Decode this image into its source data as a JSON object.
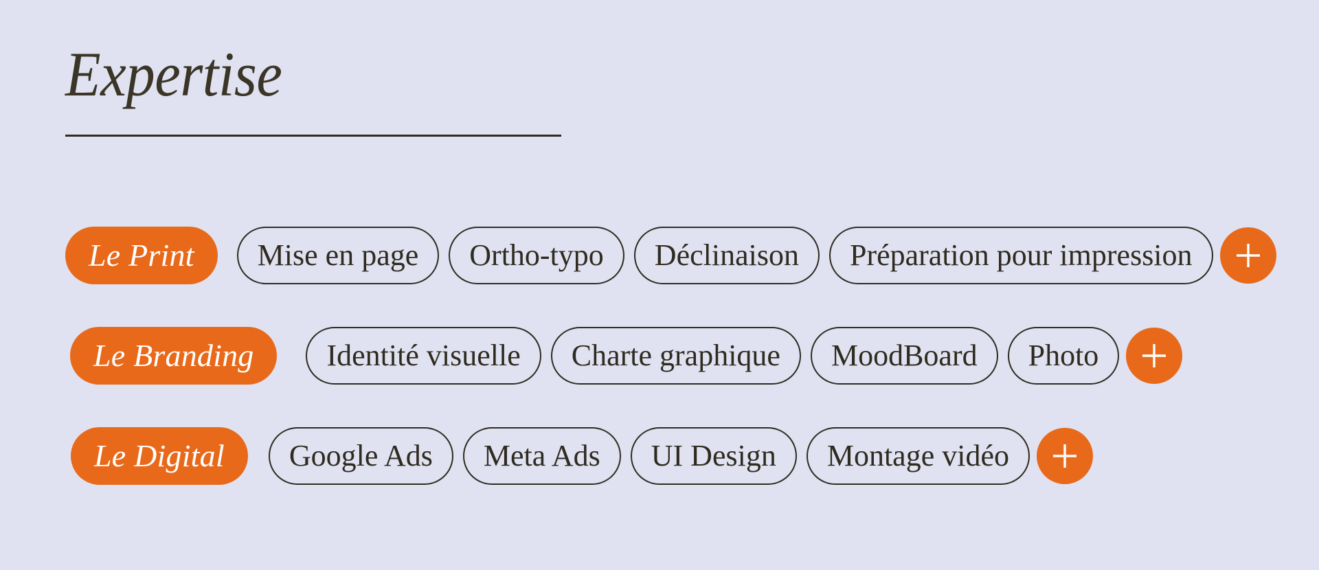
{
  "header": {
    "title": "Expertise"
  },
  "colors": {
    "background": "#e0e2f1",
    "accent_orange": "#e8691a",
    "ink": "#2f2b20",
    "title_ink": "#3a3526",
    "pill_text": "#ffffff"
  },
  "rows": [
    {
      "category": "Le Print",
      "tags": [
        "Mise en page",
        "Ortho-typo",
        "Déclinaison",
        "Préparation pour impression"
      ],
      "add_icon": "plus-icon"
    },
    {
      "category": "Le Branding",
      "tags": [
        "Identité visuelle",
        "Charte graphique",
        "MoodBoard",
        "Photo"
      ],
      "add_icon": "plus-icon"
    },
    {
      "category": "Le Digital",
      "tags": [
        "Google Ads",
        "Meta Ads",
        "UI Design",
        "Montage vidéo"
      ],
      "add_icon": "plus-icon"
    }
  ]
}
